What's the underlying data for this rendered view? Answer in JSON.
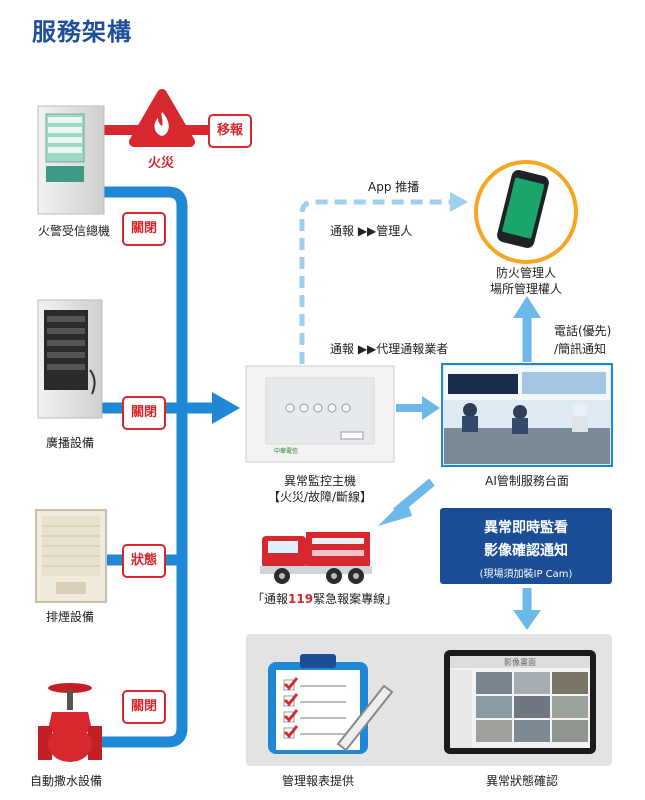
{
  "title": "服務架構",
  "equipment": {
    "fire_panel": "火警受信總機",
    "broadcast": "廣播設備",
    "smoke_exhaust": "排煙設備",
    "sprinkler": "自動撒水設備"
  },
  "badges": {
    "relocate": "移報",
    "fire": "火災",
    "close1": "關閉",
    "close2": "關閉",
    "status": "狀態",
    "close3": "關閉"
  },
  "flow": {
    "app_push": "App 推播",
    "notify_manager": "通報 ▶▶管理人",
    "notify_agent": "通報 ▶▶代理通報業者",
    "phone_sms_1": "電話(優先)",
    "phone_sms_2": "/簡訊通知"
  },
  "nodes": {
    "manager_1": "防火管理人",
    "manager_2": "場所管理權人",
    "controller_1": "異常監控主機",
    "controller_2": "【火災/故障/斷線】",
    "service_desk": "AI管制服務台面",
    "call_119_pre": "「通報",
    "call_119_num": "119",
    "call_119_post": "緊急報案專線」",
    "report": "管理報表提供",
    "abnormal_confirm": "異常狀態確認"
  },
  "monitor_box": {
    "line1": "異常即時監看",
    "line2": "影像確認通知",
    "line3": "(現場須加裝IP Cam)"
  },
  "device_text": {
    "controller_logo": "中華電信",
    "screen_title": "影像畫面"
  },
  "colors": {
    "title": "#1f4e9c",
    "pipe": "#1e88d6",
    "arrow": "#6db9ea",
    "red": "#d7282f",
    "navy": "#1b4e96"
  }
}
